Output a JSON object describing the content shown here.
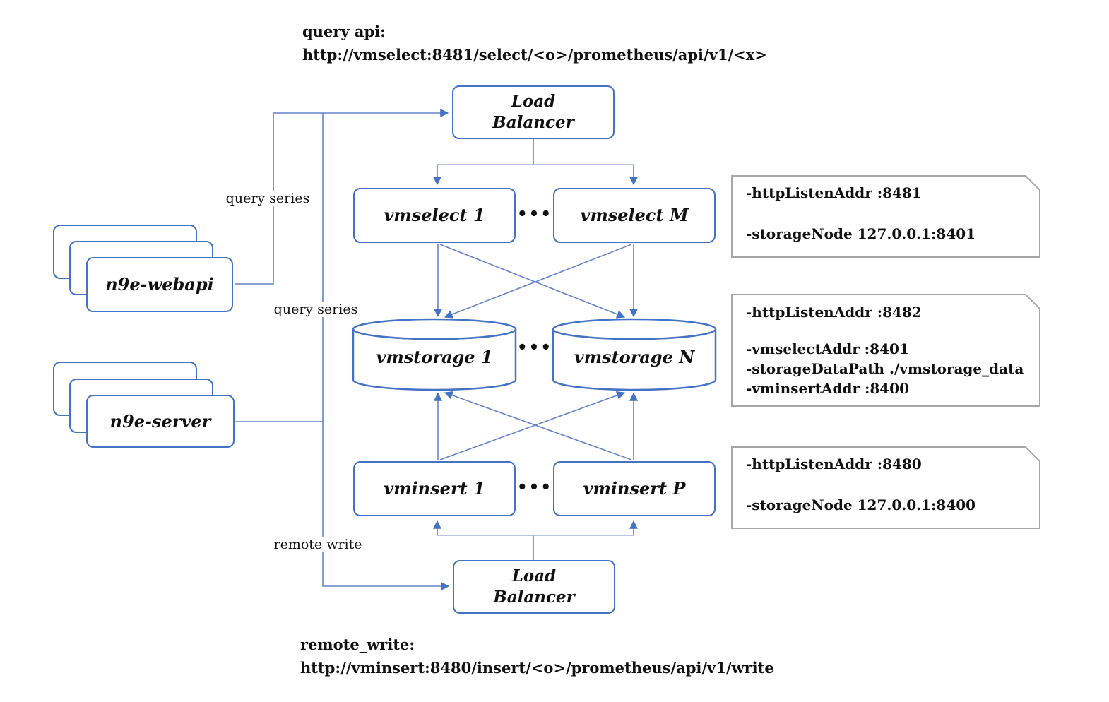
{
  "header": {
    "line1": "query api:",
    "line2": "http://vmselect:8481/select/<o>/prometheus/api/v1/<x>"
  },
  "footer": {
    "line1": "remote_write:",
    "line2": "http://vminsert:8480/insert/<o>/prometheus/api/v1/write"
  },
  "nodes": {
    "lb_top": "Load\nBalancer",
    "lb_bottom": "Load\nBalancer",
    "vmselect_1": "vmselect 1",
    "vmselect_m": "vmselect M",
    "vmstorage_1": "vmstorage 1",
    "vmstorage_n": "vmstorage N",
    "vminsert_1": "vminsert 1",
    "vminsert_p": "vminsert P",
    "n9e_webapi": "n9e-webapi",
    "n9e_server": "n9e-server"
  },
  "ellipsis": "•••",
  "edge_labels": {
    "query_series_webapi": "query series",
    "query_series_server": "query series",
    "remote_write": "remote write"
  },
  "callouts": [
    {
      "lines": [
        "-httpListenAddr :8481",
        "",
        "-storageNode 127.0.0.1:8401"
      ]
    },
    {
      "lines": [
        "-httpListenAddr :8482",
        "",
        "-vmselectAddr :8401",
        "-storageDataPath ./vmstorage_data",
        "-vminsertAddr :8400"
      ]
    },
    {
      "lines": [
        "-httpListenAddr :8480",
        "",
        "-storageNode 127.0.0.1:8400"
      ]
    }
  ],
  "colors": {
    "node_border": "#4472C4",
    "connector": "#6583CB",
    "connector_light": "#9DB1E0",
    "arrowhead": "#4472C4",
    "callout_border": "#A6A6A6",
    "text": "#111111",
    "background": "#FFFFFF"
  }
}
